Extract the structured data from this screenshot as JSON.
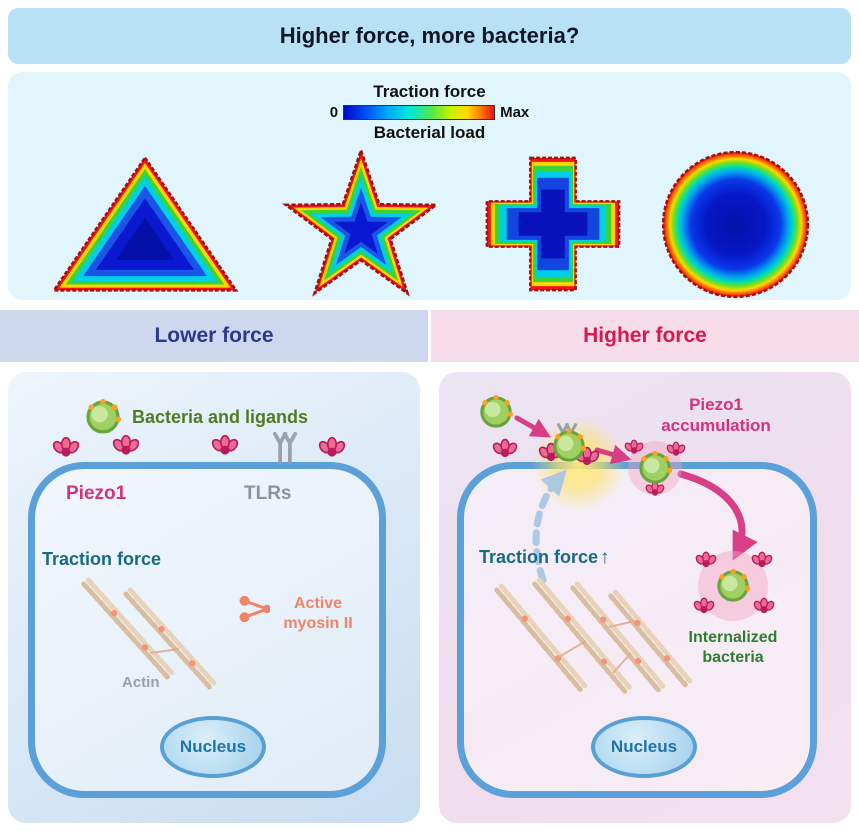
{
  "banner": {
    "title": "Higher force, more bacteria?"
  },
  "heatmap": {
    "colorbar_title": "Traction force",
    "colorbar_min": "0",
    "colorbar_max": "Max",
    "colorbar_subtitle": "Bacterial load",
    "shapes": [
      "triangle",
      "star",
      "cross",
      "circle"
    ]
  },
  "headers": {
    "left": "Lower force",
    "right": "Higher force"
  },
  "left_panel": {
    "bacteria_label": "Bacteria and ligands",
    "piezo1_label": "Piezo1",
    "tlrs_label": "TLRs",
    "traction_label": "Traction force",
    "myosin_label": "Active myosin II",
    "actin_label": "Actin",
    "nucleus_label": "Nucleus"
  },
  "right_panel": {
    "piezo1_accumulation_label": "Piezo1 accumulation",
    "traction_label": "Traction force",
    "traction_arrow": "↑",
    "internalized_label": "Internalized bacteria",
    "nucleus_label": "Nucleus"
  },
  "colors": {
    "banner_bg": "#b9e1f6",
    "section_bg": "#e1f5fd",
    "header_left_bg": "#cdd7ee",
    "header_left_text": "#2b3990",
    "header_right_bg": "#f9dce9",
    "header_right_text": "#d9184b",
    "piezo1_magenta": "#d6317e",
    "tlr_gray": "#98a2ac",
    "traction_teal": "#186a85",
    "bacteria_green": "#9ed161",
    "bacteria_label_green": "#4f7d22",
    "internalized_green": "#2e7d32",
    "myosin_salmon": "#ee8468",
    "membrane_blue": "#5ba0d8",
    "colorbar_stops": [
      "#0008c8",
      "#004cf0",
      "#00a8f8",
      "#00e8d8",
      "#50e850",
      "#c8f000",
      "#ffd800",
      "#ff7000",
      "#f01010"
    ]
  }
}
